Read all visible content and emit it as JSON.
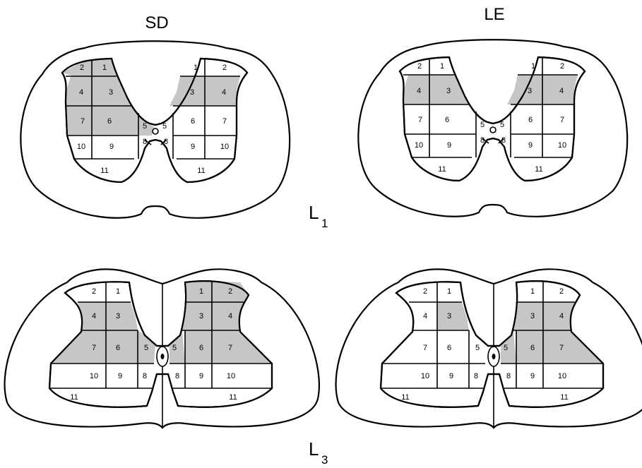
{
  "columns": [
    {
      "title": "SD"
    },
    {
      "title": "LE"
    }
  ],
  "levels": [
    {
      "letter": "L",
      "sub": "1"
    },
    {
      "letter": "L",
      "sub": "3"
    }
  ],
  "colors": {
    "shaded": "#c6c6c6",
    "stroke": "#000000",
    "background": "#ffffff"
  },
  "panels": [
    {
      "id": "sd-l1",
      "column": "SD",
      "level": "L1",
      "shaded_laminae": {
        "left": [
          "1",
          "2",
          "3",
          "4",
          "5",
          "6",
          "7"
        ],
        "right": [
          "3",
          "4"
        ]
      }
    },
    {
      "id": "le-l1",
      "column": "LE",
      "level": "L1",
      "shaded_laminae": {
        "left": [
          "3",
          "4"
        ],
        "right": [
          "3",
          "4"
        ]
      }
    },
    {
      "id": "sd-l3",
      "column": "SD",
      "level": "L3",
      "shaded_laminae": {
        "left": [
          "3",
          "4",
          "5",
          "6",
          "7"
        ],
        "right": [
          "1",
          "2",
          "3",
          "4",
          "5",
          "6",
          "7"
        ]
      }
    },
    {
      "id": "le-l3",
      "column": "LE",
      "level": "L3",
      "shaded_laminae": {
        "left": [
          "3"
        ],
        "right": [
          "3",
          "4",
          "5",
          "6",
          "7"
        ]
      }
    }
  ]
}
